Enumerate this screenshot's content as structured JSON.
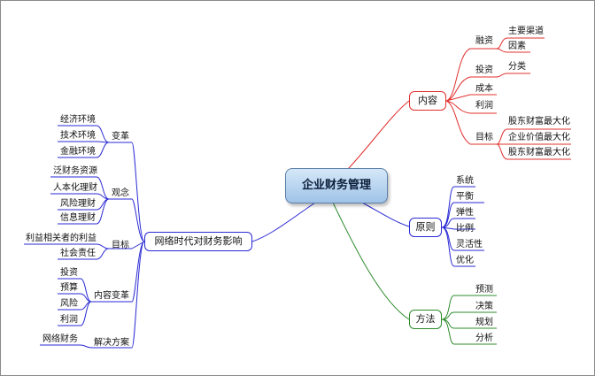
{
  "central": "企业财务管理",
  "branches": {
    "content": {
      "label": "内容",
      "financing": {
        "label": "融资",
        "items": [
          "主要渠道",
          "因素"
        ]
      },
      "investment": {
        "label": "投资",
        "items": [
          "分类"
        ]
      },
      "cost": "成本",
      "profit": "利润",
      "goal": {
        "label": "目标",
        "items": [
          "股东财富最大化",
          "企业价值最大化",
          "股东财富最大化"
        ]
      }
    },
    "principle": {
      "label": "原则",
      "items": [
        "系统",
        "平衡",
        "弹性",
        "比例",
        "灵活性",
        "优化"
      ]
    },
    "method": {
      "label": "方法",
      "items": [
        "预测",
        "决策",
        "规划",
        "分析"
      ]
    },
    "network": {
      "label": "网络时代对财务影响",
      "change": {
        "label": "变革",
        "items": [
          "经济环境",
          "技术环境",
          "金融环境"
        ]
      },
      "concept": {
        "label": "观念",
        "items": [
          "泛财务资源",
          "人本化理财",
          "风险理财",
          "信息理财"
        ]
      },
      "goal": {
        "label": "目标",
        "items": [
          "利益相关者的利益",
          "社会责任"
        ]
      },
      "content_change": {
        "label": "内容变革",
        "items": [
          "投资",
          "预算",
          "风险",
          "利润"
        ]
      },
      "solution": {
        "label": "解决方案",
        "items": [
          "网络财务"
        ]
      }
    }
  },
  "colors": {
    "red": "#e0302e",
    "green": "#2e8b2e",
    "blue": "#2a2ad4",
    "central_border": "#5b7fa8"
  }
}
